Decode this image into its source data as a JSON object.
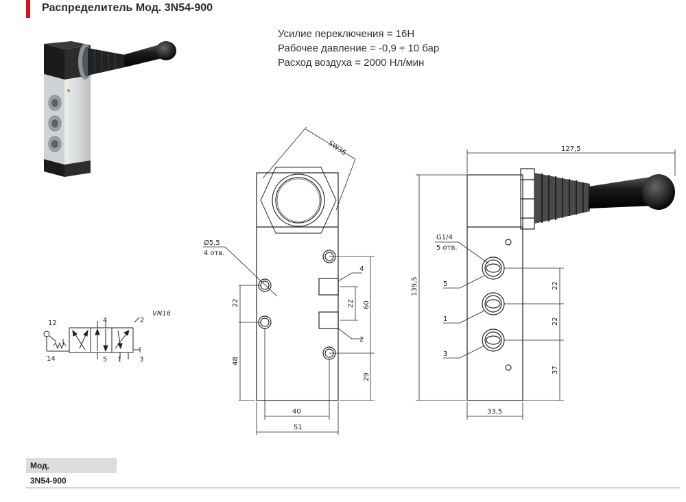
{
  "header": {
    "title": "Распределитель Мод. 3N54-900",
    "accent_color": "#d7141a"
  },
  "specs": [
    "Усилие переключения = 16Н",
    "Рабочее давление = -0,9 ÷ 10 бар",
    "Расход воздуха = 2000 Нл/мин"
  ],
  "symbol": {
    "code": "VN16",
    "ports": [
      "12",
      "14",
      "4",
      "2",
      "5",
      "1",
      "3"
    ]
  },
  "front_view": {
    "wrench": "SW36",
    "hole_note_1": "Ø5,5",
    "hole_note_2": "4 отв.",
    "port_4": "4",
    "port_2": "2",
    "dim_22_left": "22",
    "dim_48": "48",
    "dim_22_right": "22",
    "dim_60": "60",
    "dim_29": "29",
    "dim_40": "40",
    "dim_51": "51"
  },
  "side_view": {
    "dim_127_5": "127,5",
    "dim_139_5": "139,5",
    "thread_note_1": "G1/4",
    "thread_note_2": "5 отв.",
    "port_5": "5",
    "port_1": "1",
    "port_3": "3",
    "dim_22_top": "22",
    "dim_22_bottom": "22",
    "dim_37": "37",
    "dim_33_5": "33,5"
  },
  "table": {
    "header": "Мод.",
    "rows": [
      "3N54-900"
    ]
  },
  "colors": {
    "body_aluminium": "#d9dcde",
    "block_black": "#1e1e1e",
    "handle_black": "#141414"
  }
}
